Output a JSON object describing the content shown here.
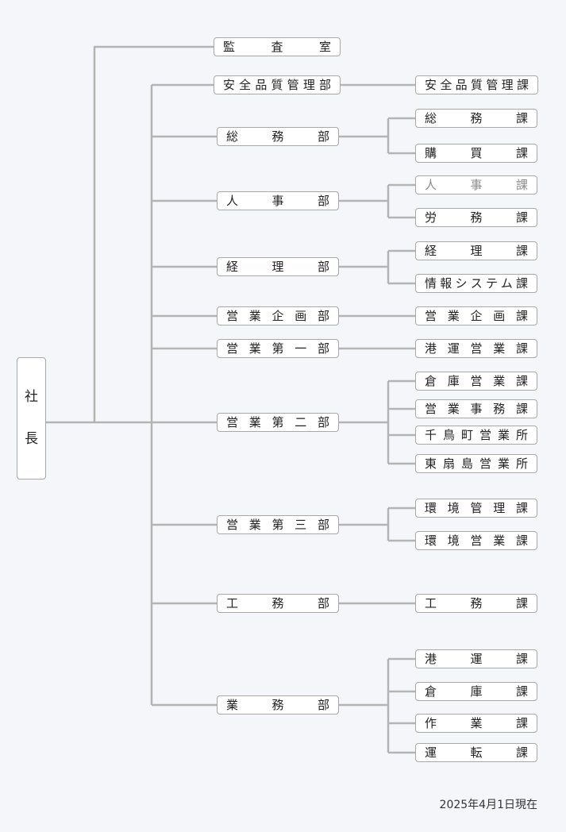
{
  "president": {
    "label": "社長"
  },
  "audit": {
    "label": "監査室"
  },
  "departments": [
    {
      "label": "安全品質管理部",
      "sections": [
        {
          "label": "安全品質管理課"
        }
      ]
    },
    {
      "label": "総務部",
      "sections": [
        {
          "label": "総務課"
        },
        {
          "label": "購買課"
        }
      ]
    },
    {
      "label": "人事部",
      "sections": [
        {
          "label": "人事課",
          "dim": true
        },
        {
          "label": "労務課"
        }
      ]
    },
    {
      "label": "経理部",
      "sections": [
        {
          "label": "経理課"
        },
        {
          "label": "情報システム課"
        }
      ]
    },
    {
      "label": "営業企画部",
      "sections": [
        {
          "label": "営業企画課"
        }
      ]
    },
    {
      "label": "営業第一部",
      "sections": [
        {
          "label": "港運営業課"
        }
      ]
    },
    {
      "label": "営業第二部",
      "sections": [
        {
          "label": "倉庫営業課"
        },
        {
          "label": "営業事務課"
        },
        {
          "label": "千鳥町営業所"
        },
        {
          "label": "東扇島営業所"
        }
      ]
    },
    {
      "label": "営業第三部",
      "sections": [
        {
          "label": "環境管理課"
        },
        {
          "label": "環境営業課"
        }
      ]
    },
    {
      "label": "工務部",
      "sections": [
        {
          "label": "工務課"
        }
      ]
    },
    {
      "label": "業務部",
      "sections": [
        {
          "label": "港運課"
        },
        {
          "label": "倉庫課"
        },
        {
          "label": "作業課"
        },
        {
          "label": "運転課"
        }
      ]
    }
  ],
  "as_of": "2025年4月1日現在"
}
